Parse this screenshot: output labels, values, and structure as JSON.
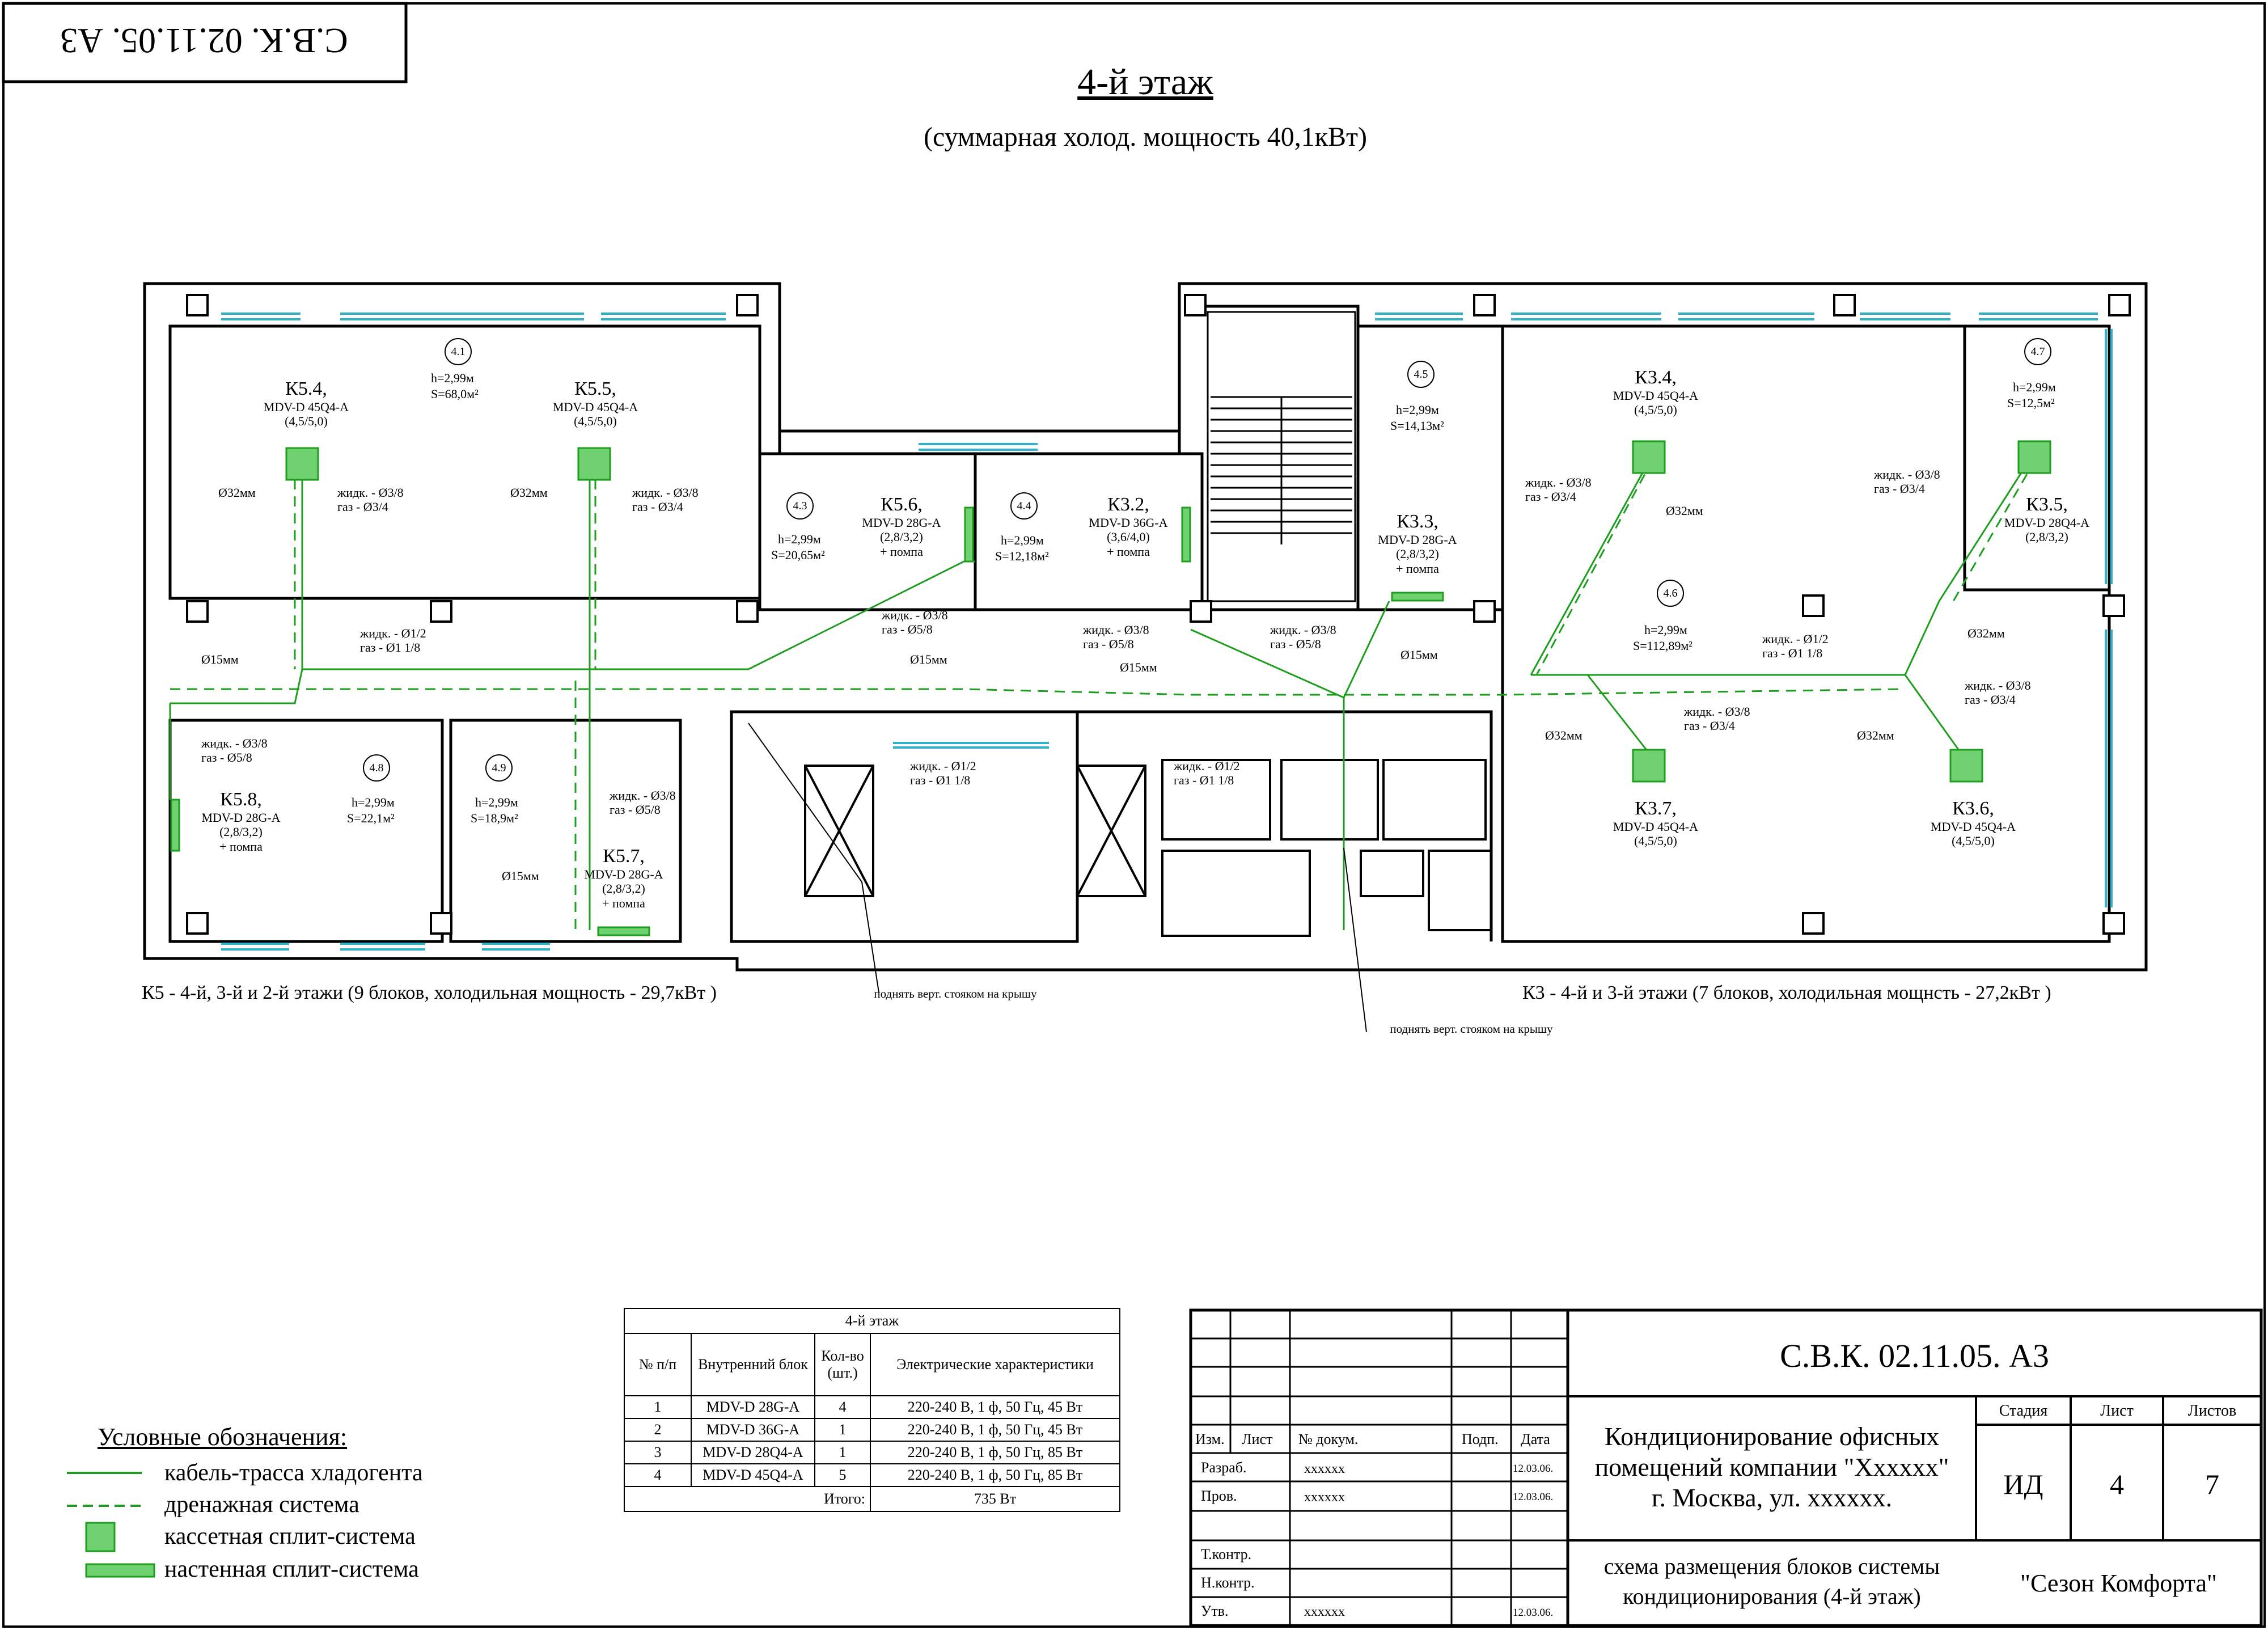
{
  "stamp": "С.В.К. 02.11.05. А3",
  "title": "4-й этаж",
  "subtitle": "(суммарная холод. мощность 40,1кВт)",
  "rooms": [
    {
      "id": "4.1",
      "h": "h=2,99м",
      "s": "S=68,0м²"
    },
    {
      "id": "4.3",
      "h": "h=2,99м",
      "s": "S=20,65м²"
    },
    {
      "id": "4.4",
      "h": "h=2,99м",
      "s": "S=12,18м²"
    },
    {
      "id": "4.5",
      "h": "h=2,99м",
      "s": "S=14,13м²"
    },
    {
      "id": "4.6",
      "h": "h=2,99м",
      "s": "S=112,89м²"
    },
    {
      "id": "4.7",
      "h": "h=2,99м",
      "s": "S=12,5м²"
    },
    {
      "id": "4.8",
      "h": "h=2,99м",
      "s": "S=22,1м²"
    },
    {
      "id": "4.9",
      "h": "h=2,99м",
      "s": "S=18,9м²"
    }
  ],
  "units": [
    {
      "name": "К5.4,",
      "model": "MDV-D 45Q4-A",
      "cap": "(4,5/5,0)",
      "extra": ""
    },
    {
      "name": "К5.5,",
      "model": "MDV-D 45Q4-A",
      "cap": "(4,5/5,0)",
      "extra": ""
    },
    {
      "name": "К5.6,",
      "model": "MDV-D 28G-A",
      "cap": "(2,8/3,2)",
      "extra": "+ помпа"
    },
    {
      "name": "К3.2,",
      "model": "MDV-D 36G-A",
      "cap": "(3,6/4,0)",
      "extra": "+ помпа"
    },
    {
      "name": "К3.3,",
      "model": "MDV-D 28G-A",
      "cap": "(2,8/3,2)",
      "extra": "+ помпа"
    },
    {
      "name": "К3.4,",
      "model": "MDV-D 45Q4-A",
      "cap": "(4,5/5,0)",
      "extra": ""
    },
    {
      "name": "К3.5,",
      "model": "MDV-D 28Q4-A",
      "cap": "(2,8/3,2)",
      "extra": ""
    },
    {
      "name": "К5.8,",
      "model": "MDV-D 28G-A",
      "cap": "(2,8/3,2)",
      "extra": "+ помпа"
    },
    {
      "name": "К5.7,",
      "model": "MDV-D 28G-A",
      "cap": "(2,8/3,2)",
      "extra": "+ помпа"
    },
    {
      "name": "К3.7,",
      "model": "MDV-D 45Q4-A",
      "cap": "(4,5/5,0)",
      "extra": ""
    },
    {
      "name": "К3.6,",
      "model": "MDV-D 45Q4-A",
      "cap": "(4,5/5,0)",
      "extra": ""
    }
  ],
  "pipes": {
    "liq38": "жидк. - Ø3/8",
    "gas34": "газ - Ø3/4",
    "gas58": "газ - Ø5/8",
    "liq12": "жидк. - Ø1/2",
    "gas118": "газ - Ø1 1/8",
    "d32": "Ø32мм",
    "d15": "Ø15мм"
  },
  "riser_note": "поднять верт. стояком на крышу",
  "captions": {
    "k5": "К5 - 4-й, 3-й  и 2-й этажи (9 блоков, холодильная мощность - 29,7кВт )",
    "k3": "К3 - 4-й и 3-й этажи (7 блоков, холодильная мощнсть - 27,2кВт )"
  },
  "spec_table": {
    "title": "4-й этаж",
    "headers": [
      "№ п/п",
      "Внутренний блок",
      "Кол-во (шт.)",
      "Электрические характеристики"
    ],
    "rows": [
      [
        "1",
        "MDV-D 28G-A",
        "4",
        "220-240 В, 1 ф, 50 Гц, 45 Вт"
      ],
      [
        "2",
        "MDV-D 36G-A",
        "1",
        "220-240 В, 1 ф, 50 Гц, 45 Вт"
      ],
      [
        "3",
        "MDV-D 28Q4-A",
        "1",
        "220-240 В, 1 ф, 50 Гц, 85 Вт"
      ],
      [
        "4",
        "MDV-D 45Q4-A",
        "5",
        "220-240 В, 1 ф, 50 Гц, 85 Вт"
      ]
    ],
    "total_label": "Итого:",
    "total_value": "735 Вт"
  },
  "legend": {
    "title": "Условные обозначения:",
    "items": [
      "кабель-трасса хладогента",
      "дренажная система",
      "кассетная сплит-система",
      "настенная сплит-система"
    ]
  },
  "title_block": {
    "code": "С.В.К. 02.11.05. А3",
    "headers": [
      "Изм.",
      "Лист",
      "№ докум.",
      "Подп.",
      "Дата"
    ],
    "people": [
      {
        "role": "Разраб.",
        "name": "xxxxxx",
        "date": "12.03.06."
      },
      {
        "role": "Пров.",
        "name": "xxxxxx",
        "date": "12.03.06."
      },
      {
        "role": "Т.контр.",
        "name": "",
        "date": ""
      },
      {
        "role": "Н.контр.",
        "name": "",
        "date": ""
      },
      {
        "role": "Утв.",
        "name": "xxxxxx",
        "date": "12.03.06."
      }
    ],
    "project_line1": "Кондиционирование офисных",
    "project_line2": "помещений компании \"Ххххxx\"",
    "project_line3": "г. Москва, ул. xxxxxx.",
    "drawing_line1": "схема размещения блоков системы",
    "drawing_line2": "кондиционирования (4-й этаж)",
    "stage_label": "Стадия",
    "sheet_label": "Лист",
    "sheets_label": "Листов",
    "stage": "ИД",
    "sheet": "4",
    "sheets": "7",
    "company": "\"Сезон Комфорта\""
  },
  "colors": {
    "refrigerant": "#1e9e1e",
    "window": "#2fb3c8",
    "unit_fill": "#6fd16f"
  }
}
